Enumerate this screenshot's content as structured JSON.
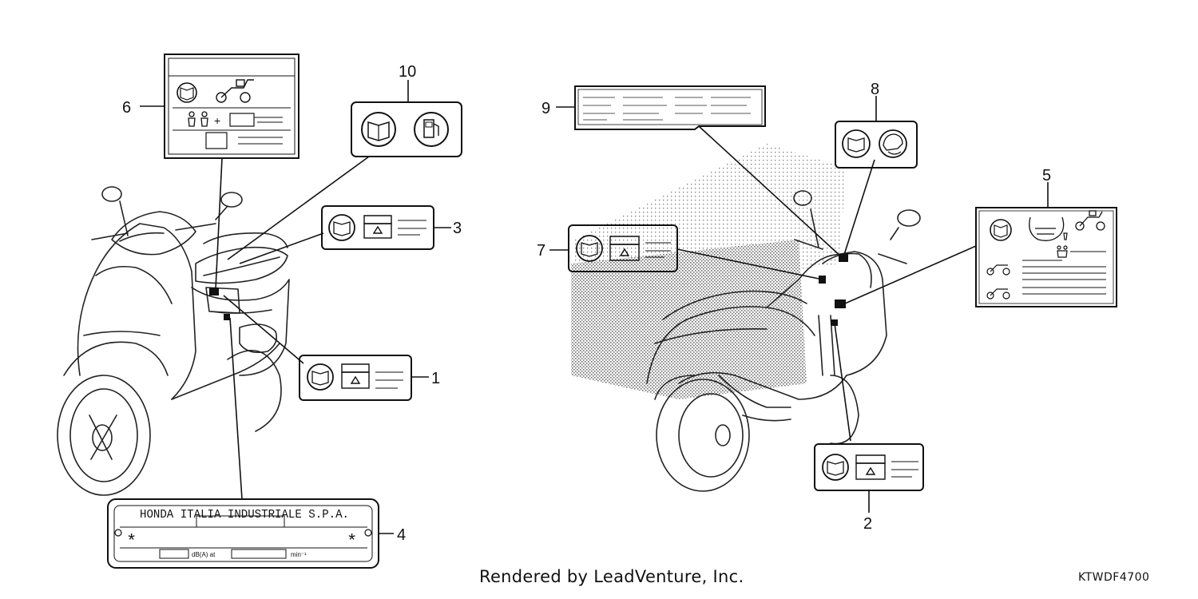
{
  "callouts": {
    "c1": "1",
    "c2": "2",
    "c3": "3",
    "c4": "4",
    "c5": "5",
    "c6": "6",
    "c7": "7",
    "c8": "8",
    "c9": "9",
    "c10": "10"
  },
  "plate": {
    "maker": "HONDA ITALIA INDUSTRIALE S.P.A.",
    "star_left": "*",
    "star_right": "*",
    "field_a": "dB(A) at",
    "field_b": "min⁻¹"
  },
  "footer": {
    "credit": "Rendered by LeadVenture, Inc.",
    "code": "KTWDF4700"
  },
  "icons": [
    "book-manual-icon",
    "fuel-pump-icon",
    "helmet-icon",
    "scooter-icon",
    "passenger-icon",
    "storage-box-icon",
    "tire-icon"
  ]
}
